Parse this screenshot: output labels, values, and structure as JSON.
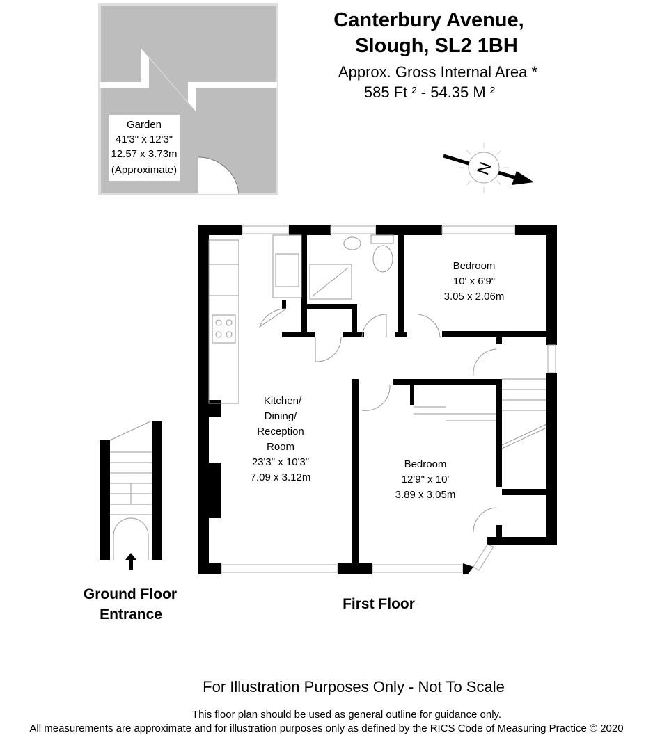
{
  "header": {
    "address_line1": "Canterbury Avenue,",
    "address_line2": "Slough, SL2 1BH",
    "area_label": "Approx. Gross Internal Area *",
    "area_value": "585 Ft ²  -  54.35 M ²"
  },
  "compass": {
    "label": "N"
  },
  "garden": {
    "name": "Garden",
    "imperial": "41'3\" x 12'3\"",
    "metric": "12.57 x 3.73m",
    "note": "(Approximate)"
  },
  "rooms": [
    {
      "name_lines": [
        "Kitchen/",
        "Dining/",
        "Reception",
        "Room"
      ],
      "imperial": "23'3\" x 10'3\"",
      "metric": "7.09 x 3.12m"
    },
    {
      "name_lines": [
        "Bedroom"
      ],
      "imperial": "10' x 6'9\"",
      "metric": "3.05 x 2.06m"
    },
    {
      "name_lines": [
        "Bedroom"
      ],
      "imperial": "12'9\" x 10'",
      "metric": "3.89 x 3.05m"
    }
  ],
  "floor_labels": {
    "ground_line1": "Ground Floor",
    "ground_line2": "Entrance",
    "first": "First Floor"
  },
  "footer": {
    "disclaimer_main": "For Illustration Purposes Only - Not To Scale",
    "disclaimer_line1": "This floor plan should be used as general outline for guidance only.",
    "disclaimer_line2": "All measurements are approximate and for illustration purposes only as defined by the RICS Code of Measuring Practice © 2020"
  }
}
